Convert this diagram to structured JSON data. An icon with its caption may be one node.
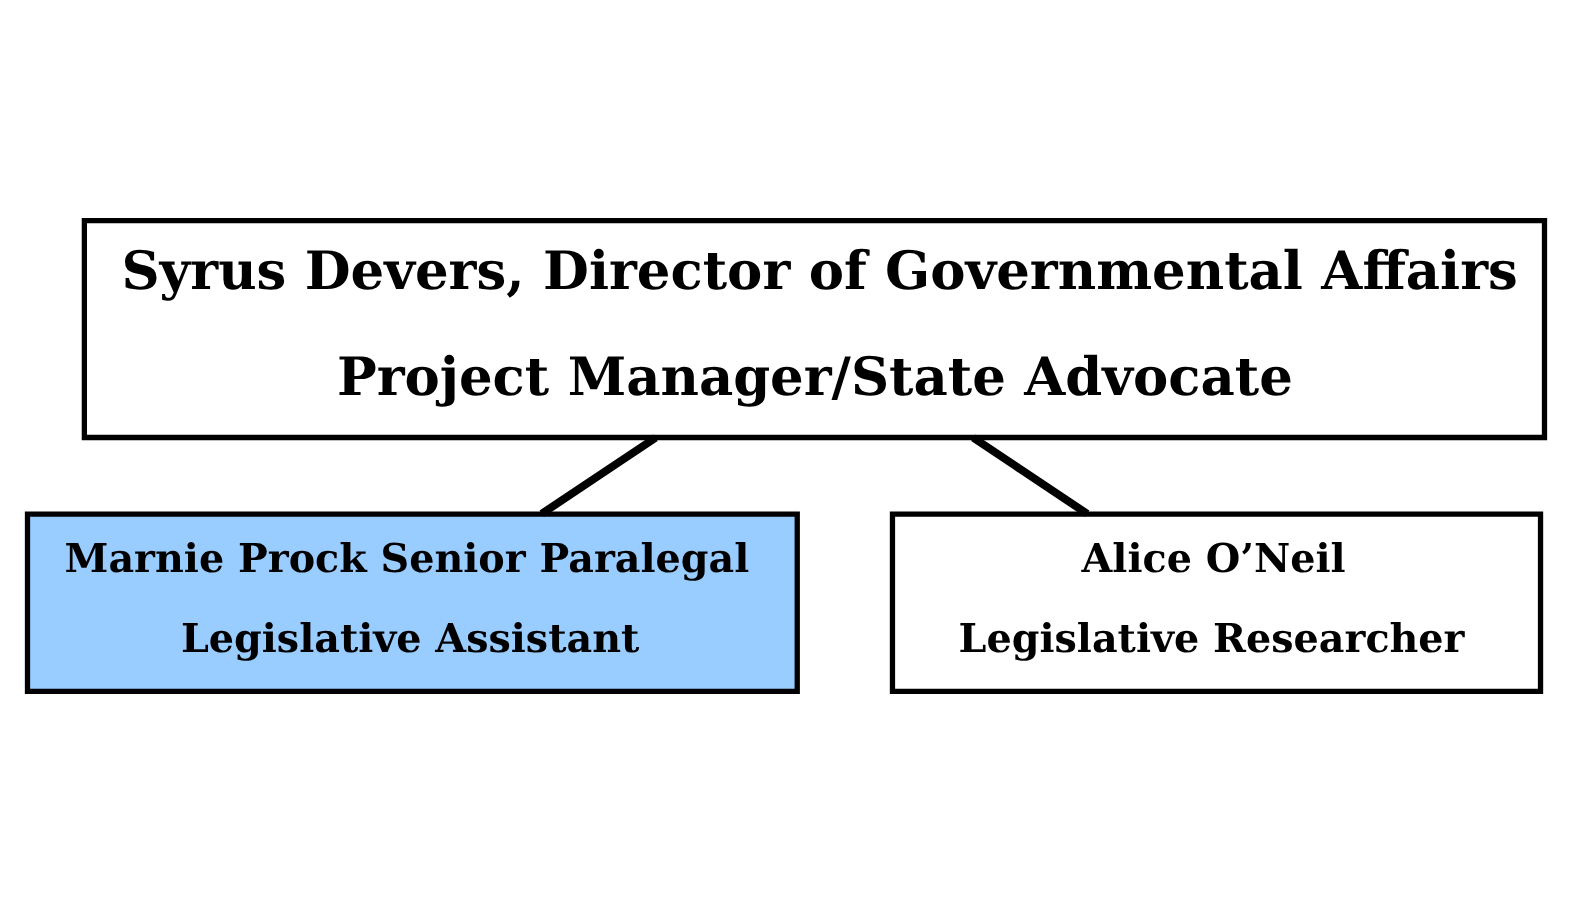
{
  "diagram": {
    "nodes": [
      {
        "text": [
          "Syrus Devers, Director of Governmental Affairs",
          "Project Manager/State Advocate"
        ]
      },
      {
        "text": [
          "Marnie Prock Senior Paralegal",
          "Legislative Assistant"
        ]
      },
      {
        "text": [
          "Alice O’Neil",
          "Legislative Researcher"
        ]
      }
    ],
    "edges": [
      {
        "from": 0,
        "to": 1,
        "arrow": "none"
      },
      {
        "from": 0,
        "to": 2,
        "arrow": "none"
      }
    ]
  }
}
